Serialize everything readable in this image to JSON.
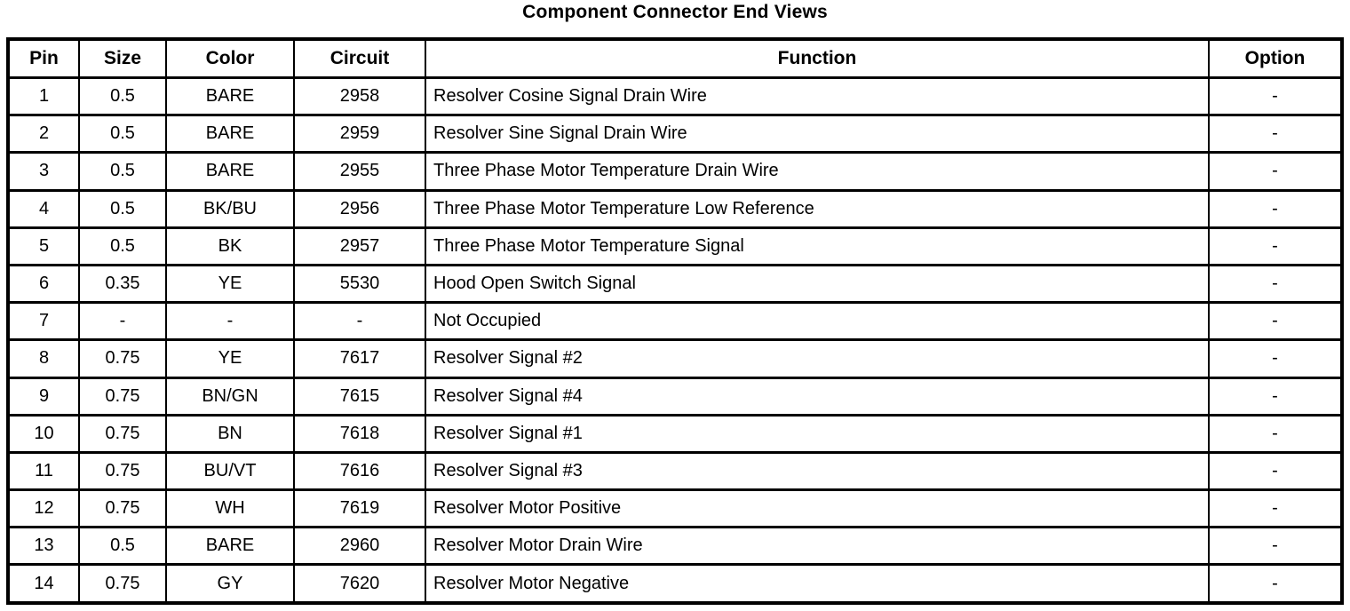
{
  "title": "Component Connector End Views",
  "table": {
    "headers": [
      "Pin",
      "Size",
      "Color",
      "Circuit",
      "Function",
      "Option"
    ],
    "column_keys": [
      "pin",
      "size",
      "color",
      "circuit",
      "function",
      "option"
    ],
    "rows": [
      [
        "1",
        "0.5",
        "BARE",
        "2958",
        "Resolver Cosine Signal Drain Wire",
        "-"
      ],
      [
        "2",
        "0.5",
        "BARE",
        "2959",
        "Resolver Sine Signal Drain Wire",
        "-"
      ],
      [
        "3",
        "0.5",
        "BARE",
        "2955",
        "Three Phase Motor Temperature Drain Wire",
        "-"
      ],
      [
        "4",
        "0.5",
        "BK/BU",
        "2956",
        "Three Phase Motor Temperature Low Reference",
        "-"
      ],
      [
        "5",
        "0.5",
        "BK",
        "2957",
        "Three Phase Motor Temperature Signal",
        "-"
      ],
      [
        "6",
        "0.35",
        "YE",
        "5530",
        "Hood Open Switch Signal",
        "-"
      ],
      [
        "7",
        "-",
        "-",
        "-",
        "Not Occupied",
        "-"
      ],
      [
        "8",
        "0.75",
        "YE",
        "7617",
        "Resolver Signal #2",
        "-"
      ],
      [
        "9",
        "0.75",
        "BN/GN",
        "7615",
        "Resolver Signal #4",
        "-"
      ],
      [
        "10",
        "0.75",
        "BN",
        "7618",
        "Resolver Signal #1",
        "-"
      ],
      [
        "11",
        "0.75",
        "BU/VT",
        "7616",
        "Resolver Signal #3",
        "-"
      ],
      [
        "12",
        "0.75",
        "WH",
        "7619",
        "Resolver Motor Positive",
        "-"
      ],
      [
        "13",
        "0.5",
        "BARE",
        "2960",
        "Resolver Motor Drain Wire",
        "-"
      ],
      [
        "14",
        "0.75",
        "GY",
        "7620",
        "Resolver Motor Negative",
        "-"
      ]
    ]
  },
  "colors": {
    "text": "#000000",
    "background": "#ffffff",
    "border": "#000000"
  }
}
